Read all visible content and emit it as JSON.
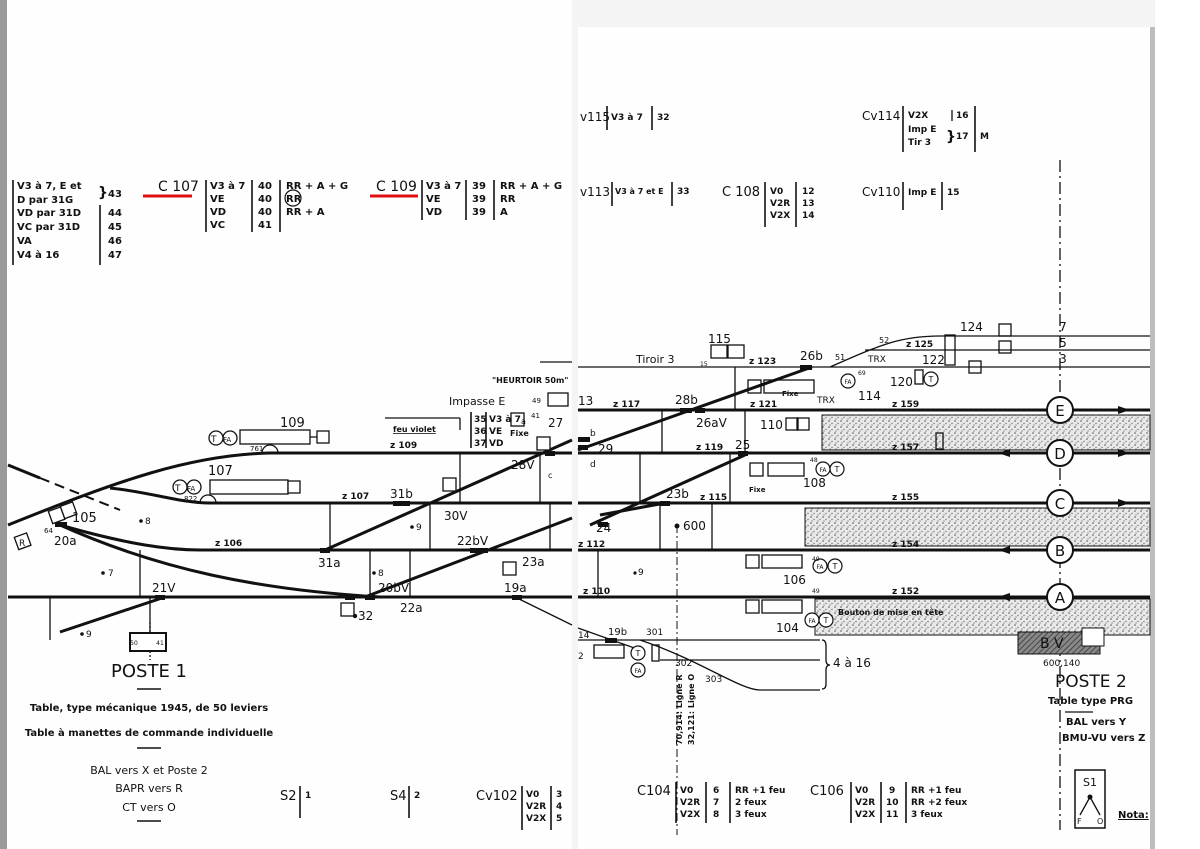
{
  "left_page": {
    "route_table": {
      "rows": [
        [
          "V3 à 7, E et",
          ""
        ],
        [
          "D par 31G",
          "43"
        ],
        [
          "VD par 31D",
          "44"
        ],
        [
          "VC par 31D",
          "45"
        ],
        [
          "VA",
          "46"
        ],
        [
          "V4 à 16",
          "47"
        ]
      ]
    },
    "c107": {
      "title": "C 107",
      "rows": [
        [
          "V3 à 7",
          "40",
          "RR + A + G"
        ],
        [
          "VE",
          "40",
          "RR"
        ],
        [
          "VD",
          "40",
          "RR + A"
        ],
        [
          "VC",
          "41",
          ""
        ]
      ]
    },
    "c109": {
      "title": "C 109",
      "rows": [
        [
          "V3 à 7",
          "39",
          "RR + A + G"
        ],
        [
          "VE",
          "39",
          "RR"
        ],
        [
          "VD",
          "39",
          "A"
        ]
      ]
    },
    "s2": {
      "title": "S2",
      "value": "1"
    },
    "s4": {
      "title": "S4",
      "value": "2"
    },
    "cv102": {
      "title": "Cv102",
      "rows": [
        [
          "V0",
          "3"
        ],
        [
          "V2R",
          "4"
        ],
        [
          "V2X",
          "5"
        ]
      ]
    },
    "poste1": {
      "title": "POSTE 1",
      "line1": "Table, type mécanique 1945, de 50 leviers",
      "line2": "Table à manettes de commande individuelle",
      "line3": "BAL vers X et Poste 2",
      "line4": "BAPR vers R",
      "line5": "CT vers O",
      "box_left": "50",
      "box_right": "41"
    },
    "labels": {
      "z109": "z 109",
      "z107": "z 107",
      "z106": "z 106",
      "s109": "109",
      "s107": "107",
      "s105": "105",
      "km761": "761",
      "km822": "822",
      "km64": "64",
      "a20": "20a",
      "v21": "21V",
      "b20": "20bV",
      "a22": "22a",
      "bv22": "22bV",
      "a23": "23a",
      "a19": "19a",
      "a31": "31a",
      "b31": "31b",
      "v30": "30V",
      "v28": "28V",
      "n27": "27",
      "n49": "49",
      "n41": "41",
      "d8a": "8",
      "d7": "7",
      "d9a": "9",
      "d9b": "9",
      "d8b": "8",
      "d32": "32",
      "impasse": "Impasse E",
      "heurtoir": "\"HEURTOIR 50m\"",
      "feu_violet": "feu violet",
      "fixe": "Fixe",
      "r35": "35",
      "r36": "36",
      "r37": "37",
      "rv35": "V3 à 7",
      "rv36": "VE",
      "rv37": "VD",
      "T": "T",
      "FA": "FA",
      "a": "a",
      "c": "c",
      "R": "R"
    }
  },
  "right_page": {
    "cv115": {
      "title": "v115",
      "route": "V3 à 7",
      "lever": "32"
    },
    "cv113": {
      "title": "v113",
      "route": "V3 à 7 et E",
      "lever": "33"
    },
    "c108": {
      "title": "C 108",
      "rows": [
        [
          "V0",
          "12"
        ],
        [
          "V2R",
          "13"
        ],
        [
          "V2X",
          "14"
        ]
      ]
    },
    "cv114": {
      "title": "Cv114",
      "rows": [
        [
          "V2X",
          "16"
        ],
        [
          "Imp E",
          "17"
        ],
        [
          "Tir 3",
          ""
        ]
      ],
      "extra": "M"
    },
    "cv110": {
      "title": "Cv110",
      "route": "Imp E",
      "lever": "15"
    },
    "c104": {
      "title": "C104",
      "rows": [
        [
          "V0",
          "6",
          "RR +1 feu"
        ],
        [
          "V2R",
          "7",
          "2 feux"
        ],
        [
          "V2X",
          "8",
          "3 feux"
        ]
      ]
    },
    "c106": {
      "title": "C106",
      "rows": [
        [
          "V0",
          "9",
          "RR +1 feu"
        ],
        [
          "V2R",
          "10",
          "RR +2 feux"
        ],
        [
          "V2X",
          "11",
          "3 feux"
        ]
      ]
    },
    "poste2": {
      "title": "POSTE 2",
      "line1": "Table type PRG",
      "line2": "BAL vers Y",
      "line3": "BMU-VU vers Z",
      "km": "600,140",
      "bv": "B V"
    },
    "s1": {
      "title": "S1",
      "left": "F",
      "right": "O"
    },
    "nota": "Nota:",
    "ligne_r": "70,914: Ligne R",
    "ligne_o": "32,121: Ligne O",
    "brace": "4 à 16",
    "bouton": "Bouton de mise en tête",
    "track_circles": [
      "A",
      "B",
      "C",
      "D",
      "E"
    ],
    "track_numbers": [
      "7",
      "5",
      "3"
    ],
    "labels": {
      "tiroir": "Tiroir 3",
      "z123": "z 123",
      "z125": "z 125",
      "z117": "z 117",
      "z121": "z 121",
      "z159": "z 159",
      "z119": "z 119",
      "z157": "z 157",
      "z115": "z 115",
      "z155": "z 155",
      "z112": "z 112",
      "z154": "z 154",
      "z110": "z 110",
      "z152": "z 152",
      "n13": "13",
      "s115": "115",
      "n15": "15",
      "b26": "26b",
      "n51": "51",
      "n52": "52",
      "trx1": "TRX",
      "trx2": "TRX",
      "s124": "124",
      "s122": "122",
      "s120": "120",
      "n69": "69",
      "s114": "114",
      "b28": "28b",
      "av26": "26aV",
      "s110": "110",
      "n29": "29",
      "b": "b",
      "d": "d",
      "n25": "25",
      "s108": "108",
      "n48": "48",
      "fixe1": "Fixe",
      "fixe2": "Fixe",
      "b23": "23b",
      "n24": "24",
      "d600": "600",
      "d9": "9",
      "s106": "106",
      "n49a": "49",
      "n49b": "49",
      "s104": "104",
      "b19": "19b",
      "n301": "301",
      "n302": "302",
      "n303": "303",
      "n14": "14",
      "n2": "2",
      "T": "T",
      "FA": "FA"
    }
  },
  "colors": {
    "underline": "#e01010",
    "ink": "#111111",
    "paper": "#ffffff",
    "stipple": "#d8d8d8"
  }
}
